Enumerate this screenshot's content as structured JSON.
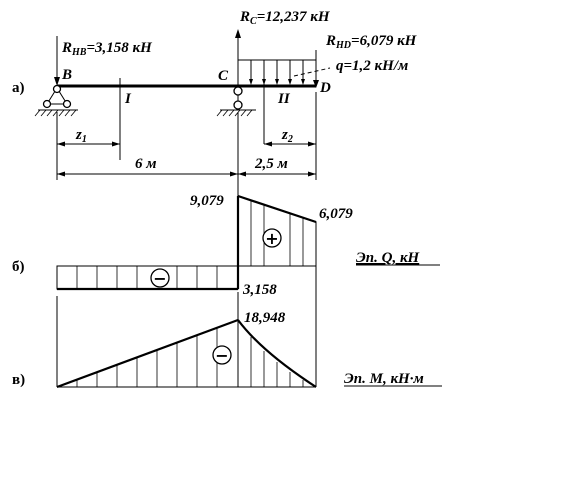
{
  "section_labels": {
    "a": "а)",
    "b": "б)",
    "v": "в)"
  },
  "reactions": {
    "rb": {
      "prefix": "R",
      "sub": "НВ",
      "value": "=3,158 кН"
    },
    "rc": {
      "prefix": "R",
      "sub": "C",
      "value": "=12,237 кН"
    },
    "rd": {
      "prefix": "R",
      "sub": "НD",
      "value": "=6,079 кН"
    }
  },
  "load": "q=1,2 кН/м",
  "points": {
    "B": "B",
    "C": "C",
    "D": "D"
  },
  "sections": {
    "I": "I",
    "II": "II"
  },
  "coords": {
    "z1": {
      "main": "z",
      "sub": "1"
    },
    "z2": {
      "main": "z",
      "sub": "2"
    }
  },
  "dims": {
    "span1": "6 м",
    "span2": "2,5 м"
  },
  "shear": {
    "title": "Эп. Q, кН",
    "val_left_cantilever": "9,079",
    "val_right_cantilever": "6,079",
    "val_span": "3,158",
    "sign_span": "−",
    "sign_cantilever": "+"
  },
  "moment": {
    "title": "Эп. M, кН·м",
    "val_max": "18,948",
    "sign": "−"
  }
}
